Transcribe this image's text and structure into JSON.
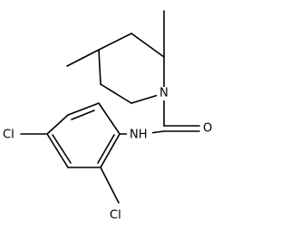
{
  "molecule": {
    "atom_labels": {
      "nitrogen_ring": "N",
      "oxygen": "O",
      "nitrogen_amide": "NH",
      "chlorine_para": "Cl",
      "chlorine_ortho": "Cl"
    },
    "colors": {
      "bond": "#000000",
      "text": "#000000",
      "background": "#ffffff"
    }
  }
}
